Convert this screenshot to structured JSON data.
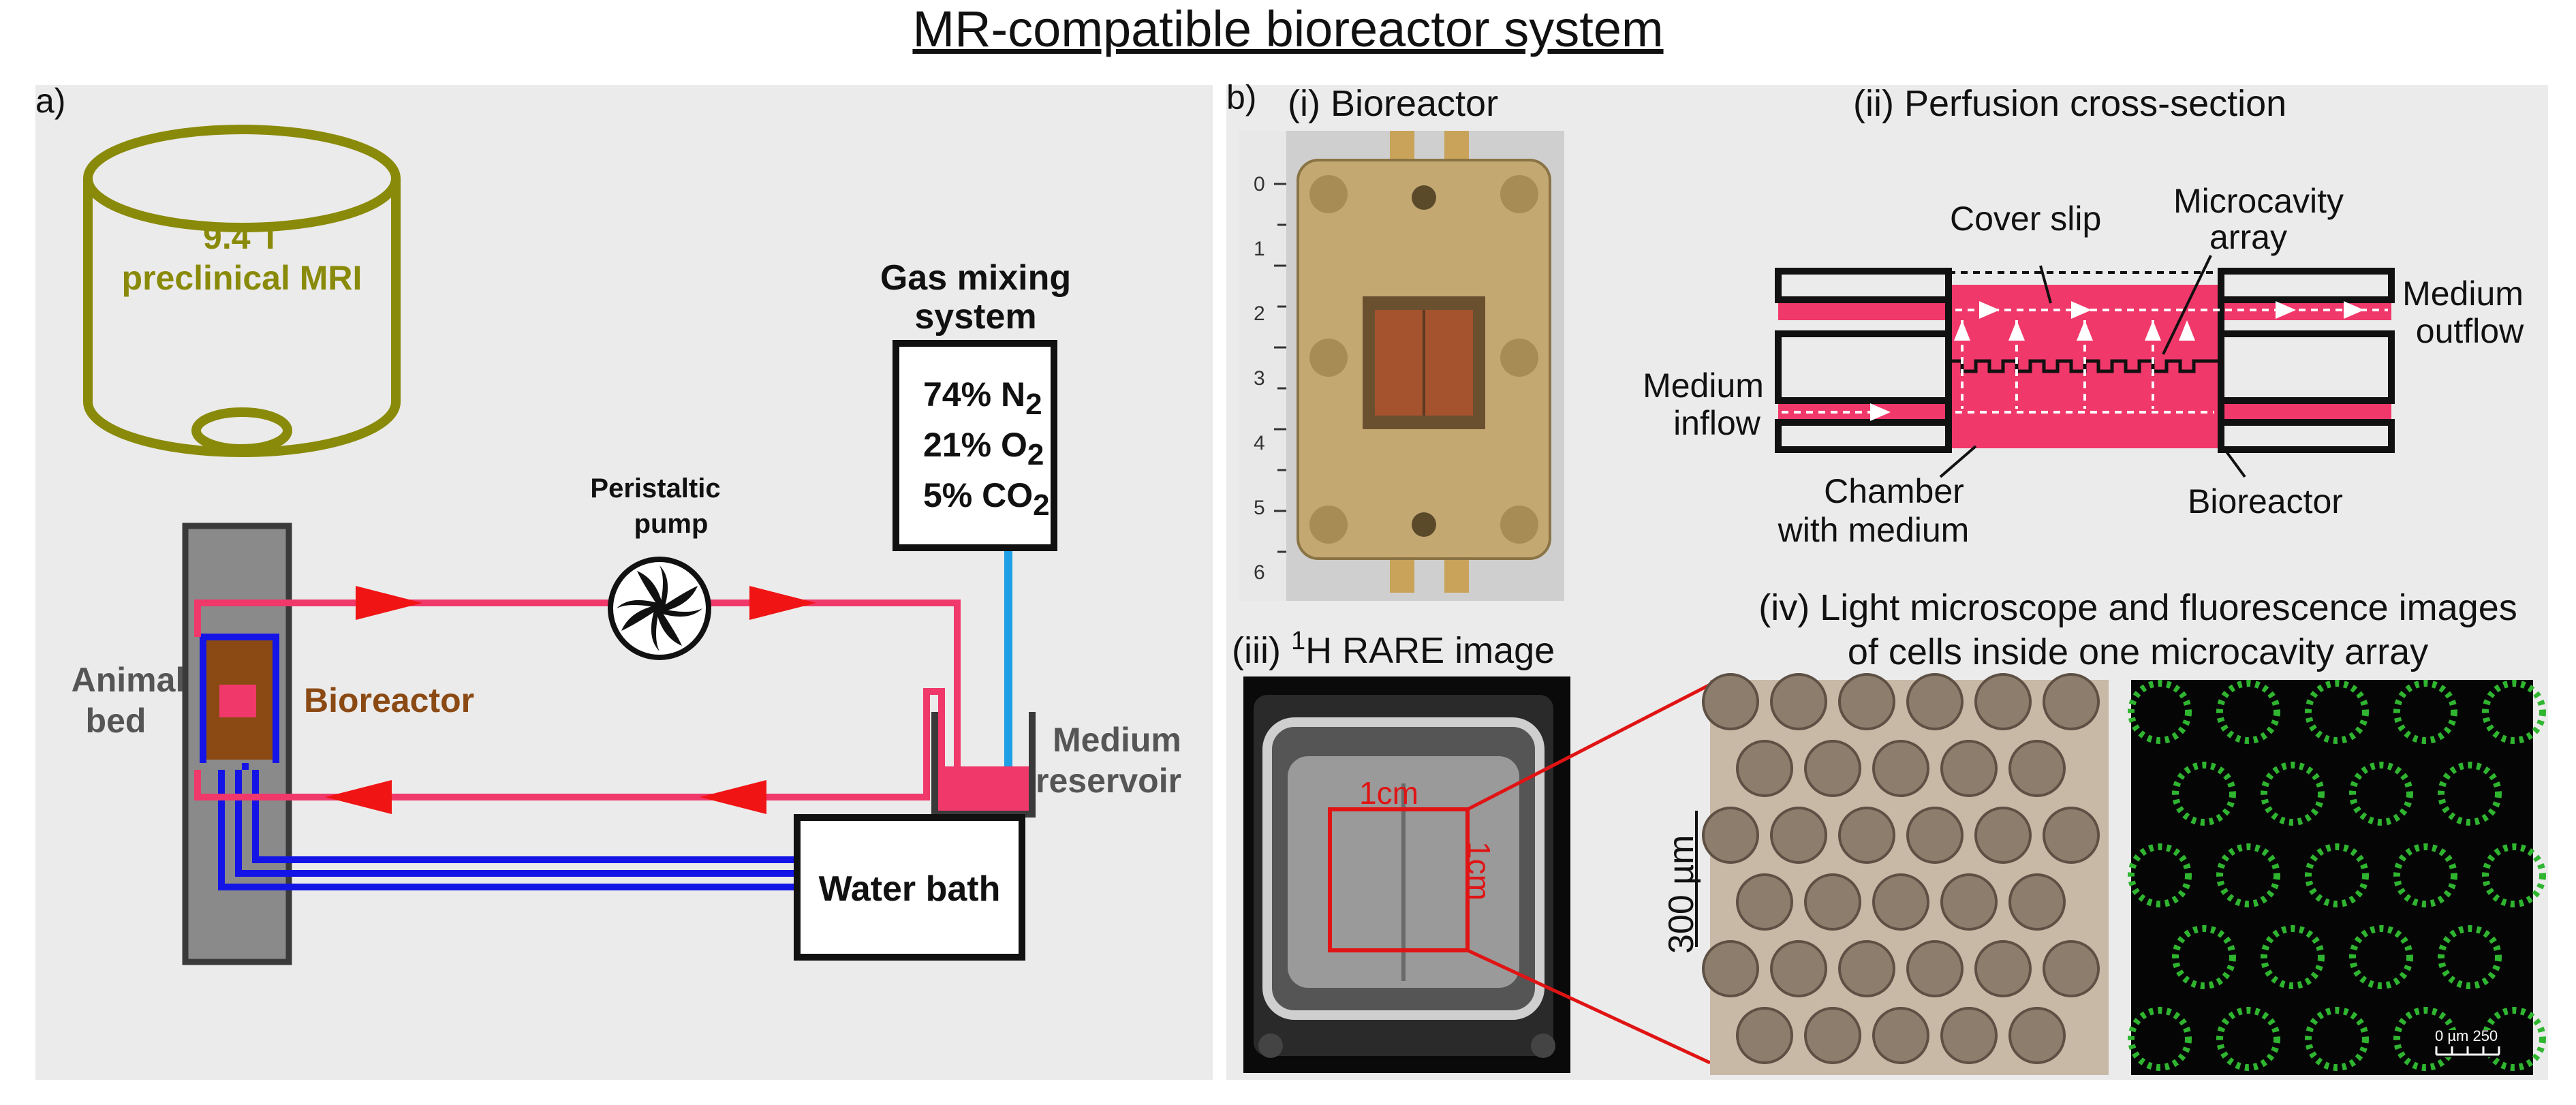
{
  "title": "MR-compatible bioreactor system",
  "panel_a": {
    "label": "a)",
    "mri": {
      "line1": "9.4 T",
      "line2": "preclinical MRI",
      "color": "#8a8a0a"
    },
    "animal_bed": {
      "line1": "Animal",
      "line2": "bed"
    },
    "bioreactor": {
      "label": "Bioreactor",
      "color": "#8b4a14"
    },
    "pump": {
      "line1": "Peristaltic",
      "line2": "pump"
    },
    "gas": {
      "line1": "Gas mixing",
      "line2": "system",
      "n2": "74% N",
      "n2_sub": "2",
      "o2": "21% O",
      "o2_sub": "2",
      "co2": "5% CO",
      "co2_sub": "2"
    },
    "reservoir": {
      "line1": "Medium",
      "line2": "reservoir"
    },
    "water_bath": "Water bath",
    "colors": {
      "medium": "#f0386a",
      "arrow": "#f01414",
      "water": "#1414e6",
      "gas_line": "#1ea0e6"
    }
  },
  "panel_b": {
    "label": "b)",
    "i_title": "(i) Bioreactor",
    "ruler_numbers": [
      "0",
      "1",
      "2",
      "3",
      "4",
      "5",
      "6"
    ],
    "ii_title": "(ii) Perfusion cross-section",
    "cover_slip": "Cover slip",
    "microcavity": {
      "line1": "Microcavity",
      "line2": "array"
    },
    "medium_outflow": {
      "line1": "Medium",
      "line2": "outflow"
    },
    "medium_inflow": {
      "line1": "Medium",
      "line2": "inflow"
    },
    "chamber": {
      "line1": "Chamber",
      "line2": "with medium"
    },
    "bioreactor": "Bioreactor",
    "iii_title_prefix": "(iii) ",
    "iii_title_sup": "1",
    "iii_title_rest": "H RARE image",
    "scale_1cm_h": "1cm",
    "scale_1cm_v": "1cm",
    "iv_title_line1": "(iv) Light microscope and fluorescence images",
    "iv_title_line2": "of cells inside one microcavity array",
    "scale_300": "300 µm",
    "scale_250": "0 µm 250"
  }
}
